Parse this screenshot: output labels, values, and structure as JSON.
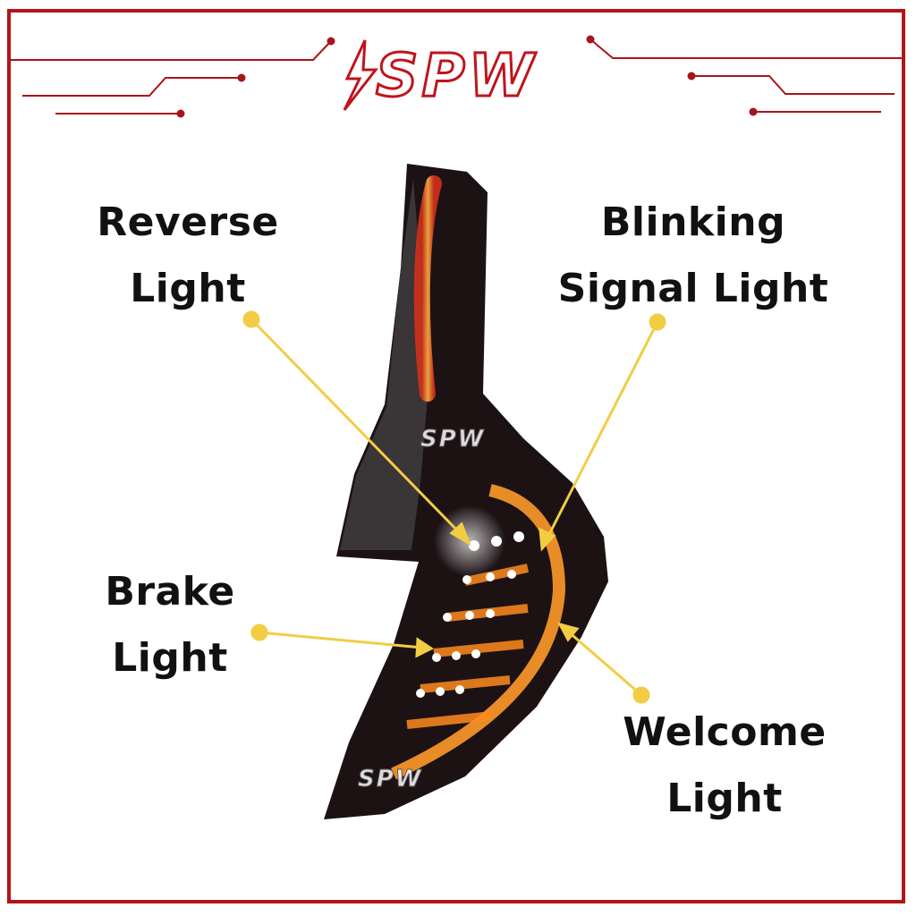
{
  "brand": {
    "logo_text": "SPW",
    "watermark": "SPW"
  },
  "labels": {
    "reverse": [
      "Reverse",
      "Light"
    ],
    "blinking": [
      "Blinking",
      "Signal Light"
    ],
    "brake": [
      "Brake",
      "Light"
    ],
    "welcome": [
      "Welcome",
      "Light"
    ]
  },
  "colors": {
    "brand_red": "#b3141a",
    "pointer_yellow": "#f2cd44",
    "lamp_glow": "#ff8a1e"
  }
}
